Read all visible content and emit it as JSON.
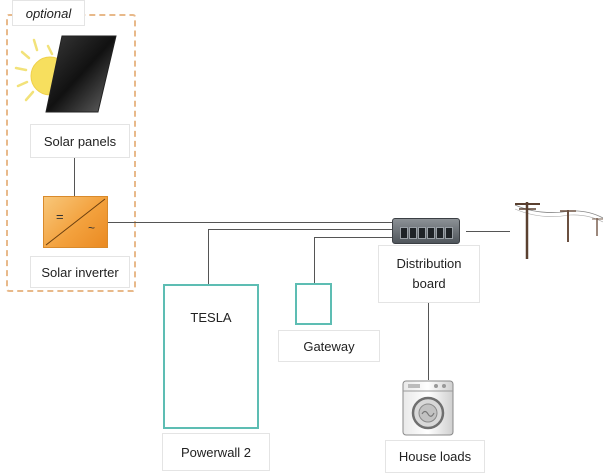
{
  "optional_label": "optional",
  "solar_panels": {
    "label": "Solar panels"
  },
  "solar_inverter": {
    "label": "Solar inverter",
    "dc_symbol": "=",
    "ac_symbol": "~"
  },
  "powerwall": {
    "brand": "TESLA",
    "label": "Powerwall 2"
  },
  "gateway": {
    "label": "Gateway"
  },
  "distribution_board": {
    "label_line1": "Distribution",
    "label_line2": "board"
  },
  "house_loads": {
    "label": "House loads"
  },
  "colors": {
    "optional_border": "#e8b98a",
    "inverter_fill": "#f3a13d",
    "battery_border": "#5dbdb3",
    "wire": "#555555"
  },
  "icons": {
    "sun": "sun-icon",
    "panel": "solar-panel-icon",
    "board": "distribution-board-icon",
    "washer": "washing-machine-icon",
    "grid": "power-pole-icon"
  }
}
